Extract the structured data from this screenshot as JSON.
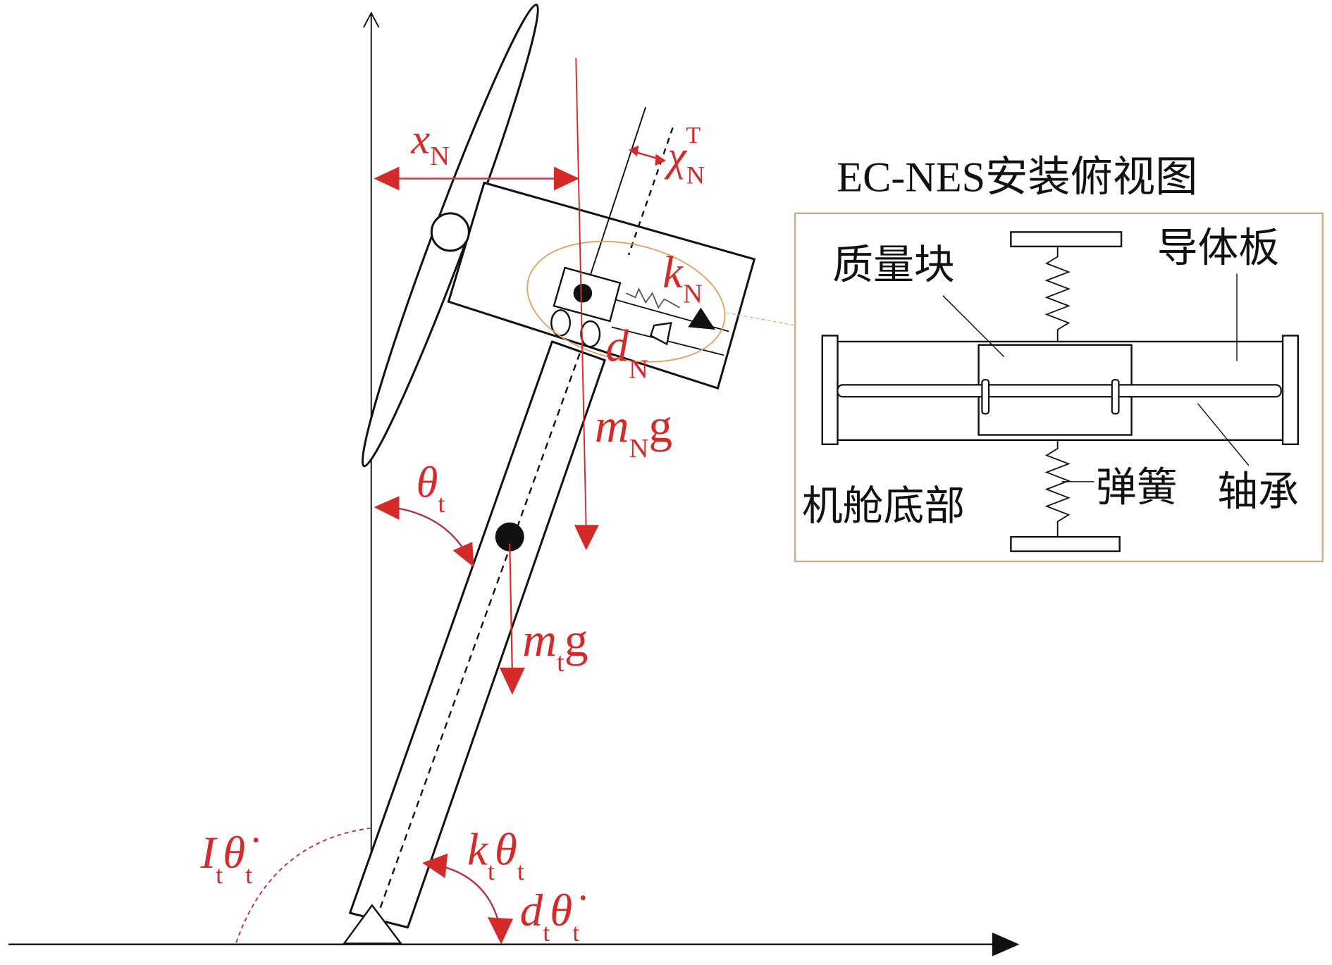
{
  "colors": {
    "force": "#d42a2a",
    "line": "#111111",
    "highlight": "#e0a060",
    "inset_border": "#c8b08a"
  },
  "labels": {
    "xN": {
      "main": "x",
      "sub": "N"
    },
    "chiNT": {
      "main": "χ",
      "sub": "N",
      "sup": "T"
    },
    "kN": {
      "main": "k",
      "sub": "N"
    },
    "dN": {
      "main": "d",
      "sub": "N"
    },
    "mNg": {
      "main": "m",
      "sub": "N",
      "tail": "g"
    },
    "theta_t": {
      "main": "θ",
      "sub": "t"
    },
    "mtg": {
      "main": "m",
      "sub": "t",
      "tail": "g"
    },
    "It_thetadot": {
      "main": "I",
      "sub": "t",
      "main2": "θ̇",
      "sub2": "t"
    },
    "kt_theta": {
      "main": "k",
      "sub": "t",
      "main2": "θ",
      "sub2": "t"
    },
    "dt_thetadot": {
      "main": "d",
      "sub": "t",
      "main2": "θ̇",
      "sub2": "t"
    }
  },
  "inset": {
    "title": "EC-NES安装俯视图",
    "mass_block": "质量块",
    "conductor_plate": "导体板",
    "spring": "弹簧",
    "bearing": "轴承",
    "nacelle_bottom": "机舱底部"
  }
}
